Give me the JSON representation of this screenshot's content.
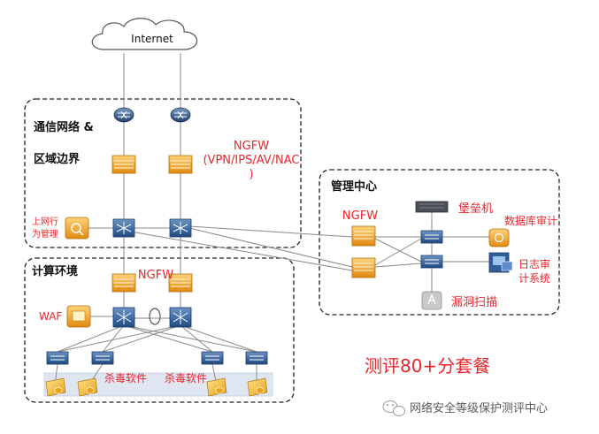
{
  "internet": "Internet",
  "zones": {
    "comm_border_line1": "通信网络 &",
    "comm_border_line2": "区域边界",
    "compute": "计算环境",
    "management": "管理中心"
  },
  "labels": {
    "ngfw_top_line1": "NGFW",
    "ngfw_top_line2": "(VPN/IPS/AV/NAC",
    "ngfw_top_line3": ")",
    "internet_behavior_line1": "上网行",
    "internet_behavior_line2": "为管理",
    "ngfw_compute": "NGFW",
    "waf": "WAF",
    "antivirus_1": "杀毒软件",
    "antivirus_2": "杀毒软件",
    "ngfw_mgmt": "NGFW",
    "bastion": "堡垒机",
    "db_audit": "数据库审计",
    "log_audit_line1": "日志审",
    "log_audit_line2": "计系统",
    "vuln_scan": "漏洞扫描"
  },
  "package": "测评80+分套餐",
  "watermark": "网络安全等级保护测评中心",
  "colors": {
    "red_label": "#e8262a",
    "firewall": "#f5a623",
    "switch": "#2f5f9a",
    "router": "#3a5f8f"
  }
}
